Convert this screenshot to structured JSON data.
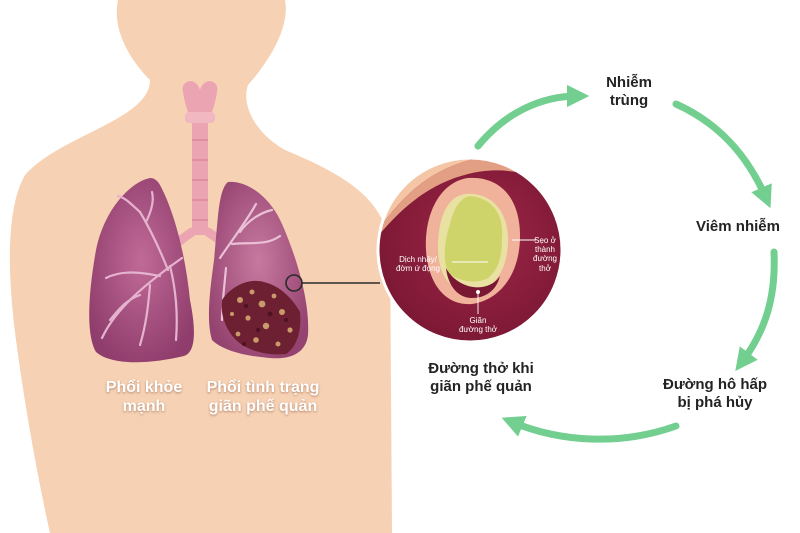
{
  "labels": {
    "healthy_lung": [
      "Phổi khỏe",
      "mạnh"
    ],
    "diseased_lung": [
      "Phổi tình trạng",
      "giãn phế quản"
    ],
    "airway": [
      "Đường thở khi",
      "giãn phế quản"
    ]
  },
  "inset": {
    "mucus": [
      "Dịch nhầy/",
      "đờm ứ đọng"
    ],
    "scar": [
      "Sẹo ở",
      "thành",
      "đường",
      "thở"
    ],
    "dilated": [
      "Giãn",
      "đường thở"
    ]
  },
  "cycle": {
    "infection": [
      "Nhiễm",
      "trùng"
    ],
    "inflammation": [
      "Viêm nhiễm"
    ],
    "damage": [
      "Đường hô hấp",
      "bị phá hủy"
    ]
  },
  "colors": {
    "skin": "#f6d1b3",
    "lung": "#a4517f",
    "trachea": "#eba4b2",
    "inset_bg": "#8e1d3c",
    "mucus": "#cfd46a",
    "arrow": "#72cf8f"
  }
}
